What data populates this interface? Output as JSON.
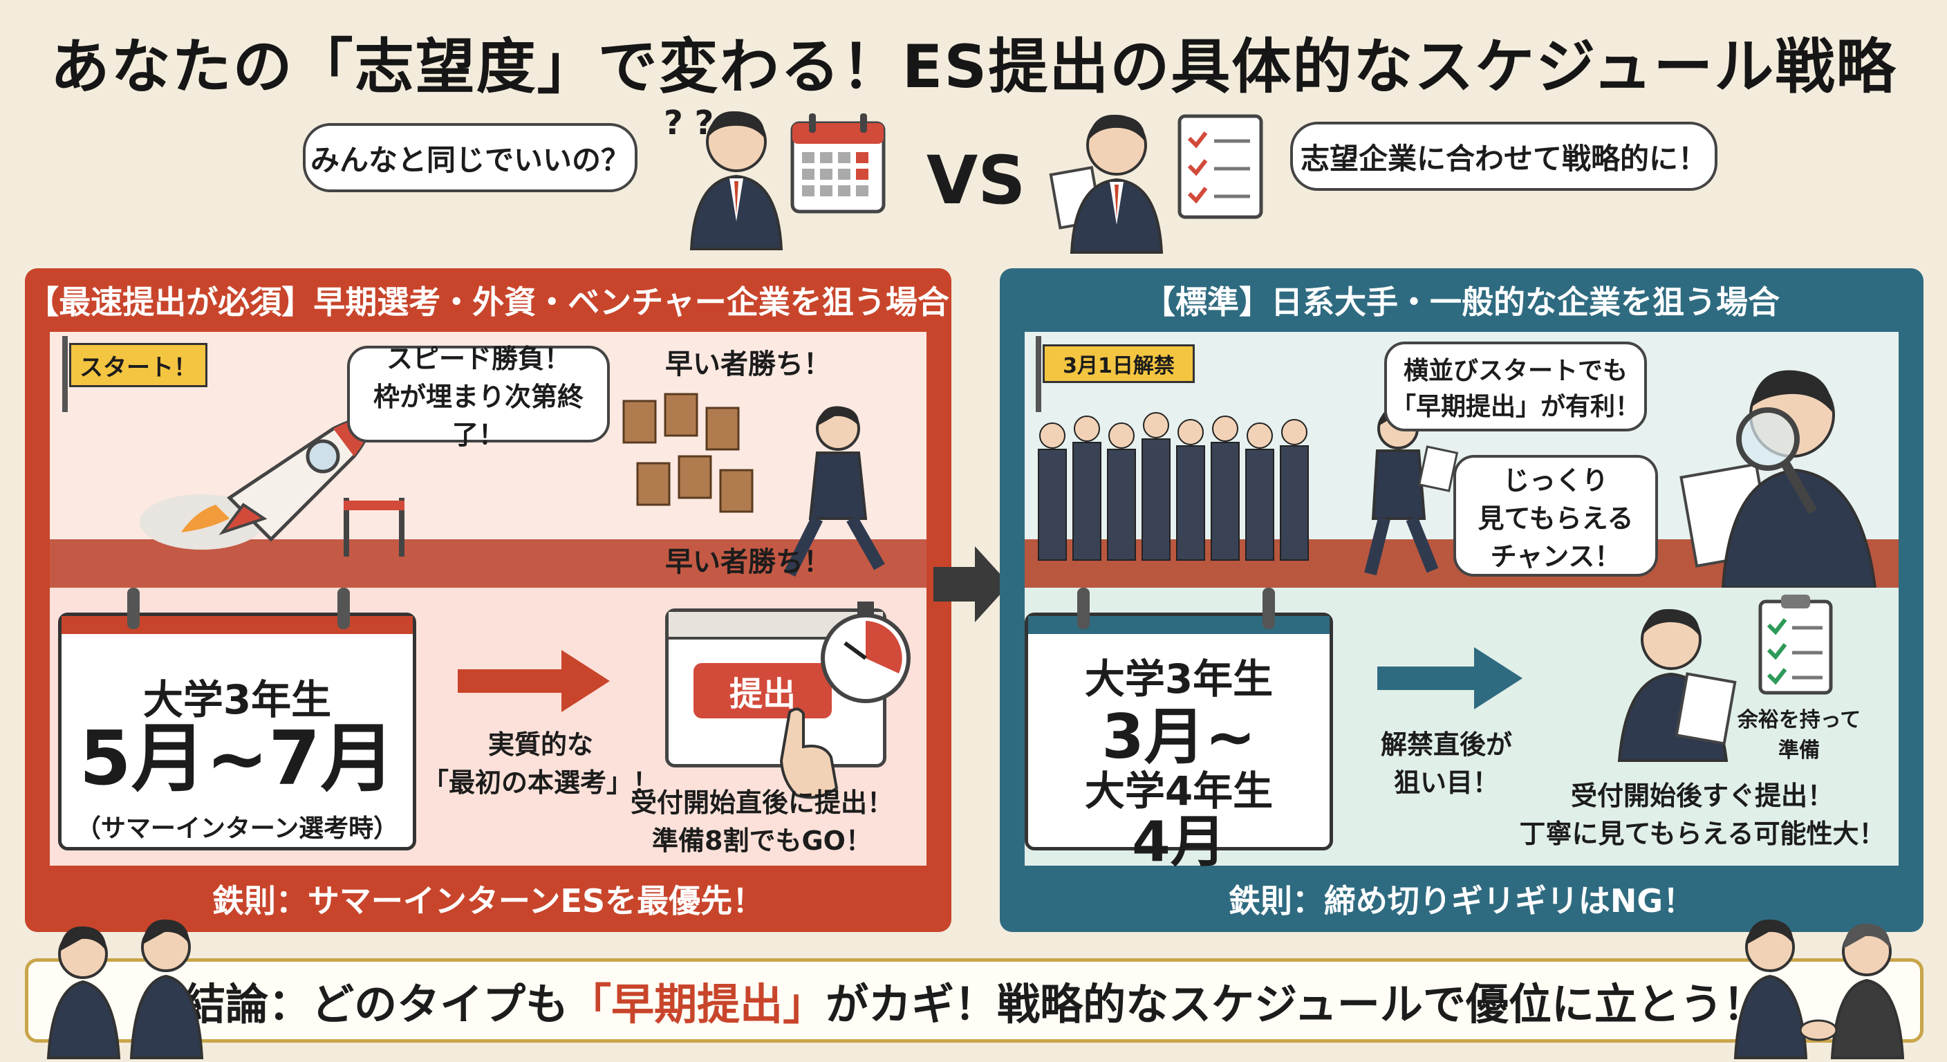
{
  "title": "あなたの「志望度」で変わる！ES提出の具体的なスケジュール戦略",
  "top": {
    "left_bubble": "みんなと同じでいいの？",
    "vs": "VS",
    "right_bubble": "志望企業に合わせて戦略的に！",
    "question_marks": "? ?"
  },
  "left_panel": {
    "header": "【最速提出が必須】早期選考・外資・ベンチャー企業を狙う場合",
    "start_flag": "スタート！",
    "speech": "スピード勝負！\n枠が埋まり次第終了！",
    "caption_top": "早い者勝ち！",
    "caption_bottom": "早い者勝ち！",
    "calendar_line1": "大学3年生",
    "calendar_line2": "5月~7月",
    "calendar_line3": "（サマーインターン選考時）",
    "arrow_text": "実質的な\n「最初の本選考」！",
    "submit_button": "提出",
    "submit_text": "受付開始直後に提出！\n準備8割でもGO！",
    "footer": "鉄則：サマーインターンESを最優先！"
  },
  "right_panel": {
    "header": "【標準】日系大手・一般的な企業を狙う場合",
    "start_flag": "3月1日解禁",
    "speech1": "横並びスタートでも\n「早期提出」が有利！",
    "speech2": "じっくり\n見てもらえる\nチャンス！",
    "calendar_line1": "大学3年生",
    "calendar_line2": "3月~",
    "calendar_line3": "大学4年生",
    "calendar_line4": "4月",
    "arrow_text": "解禁直後が\n狙い目！",
    "clipboard_text": "余裕を持って\n準備",
    "submit_text": "受付開始後すぐ提出！\n丁寧に見てもらえる可能性大！",
    "footer": "鉄則：締め切りギリギリはNG！"
  },
  "conclusion": {
    "prefix": "結論：どのタイプも",
    "highlight": "「早期提出」",
    "suffix": "がカギ！戦略的なスケジュールで優位に立とう！"
  },
  "colors": {
    "left_accent": "#c8452b",
    "right_accent": "#2f6b80",
    "background": "#f3ecdc",
    "gold": "#c9a54a",
    "flag_yellow": "#f4c541"
  }
}
